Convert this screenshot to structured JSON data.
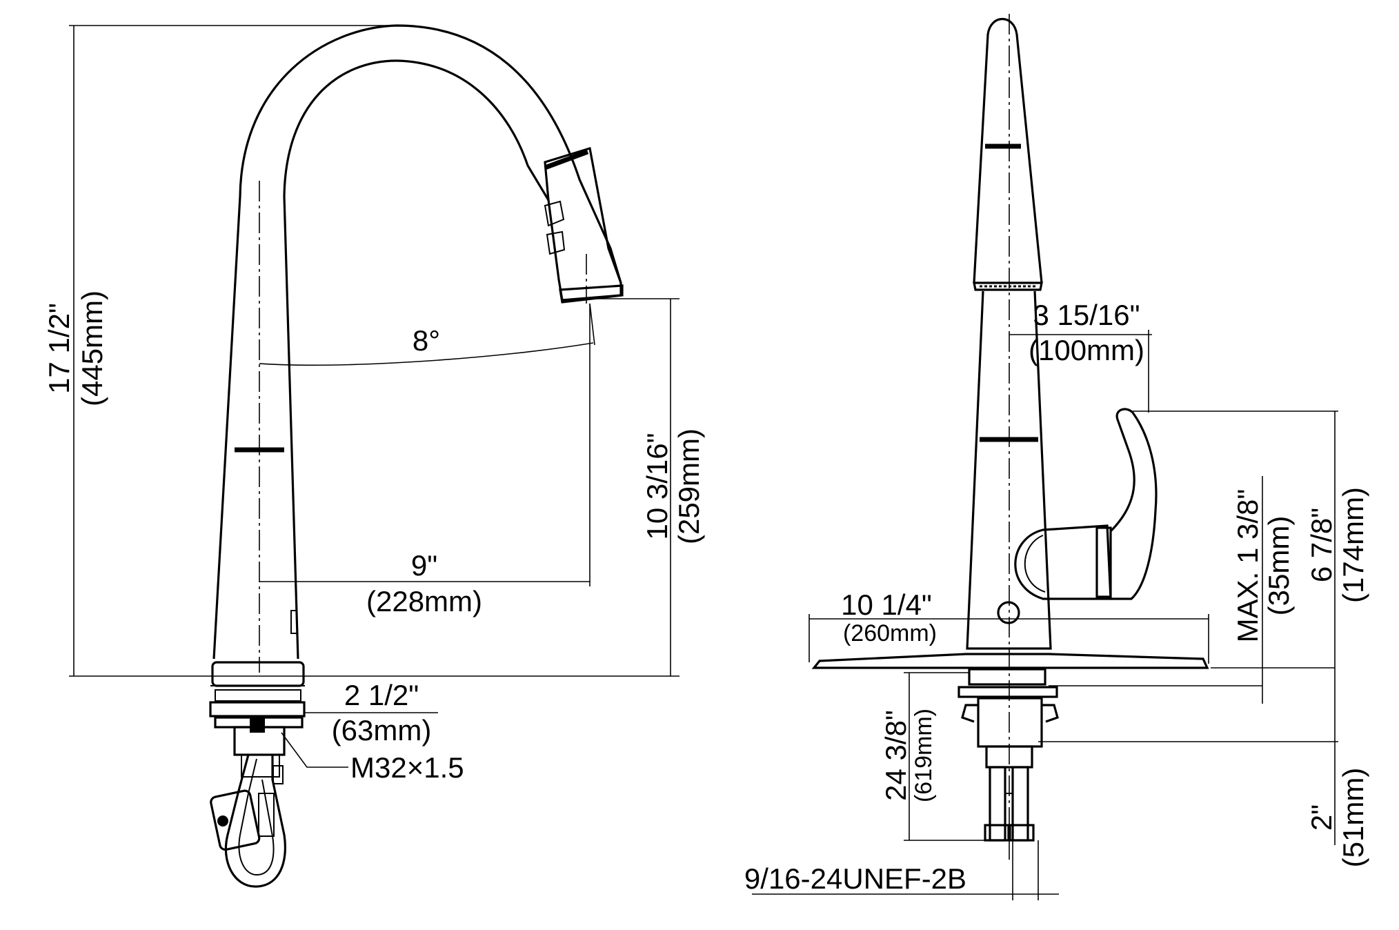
{
  "side_view": {
    "height_total_in": "17 1/2\"",
    "height_total_mm": "(445mm)",
    "spout_height_in": "10 3/16\"",
    "spout_height_mm": "(259mm)",
    "spray_angle": "8°",
    "reach_in": "9\"",
    "reach_mm": "(228mm)",
    "base_dia_in": "2 1/2\"",
    "base_dia_mm": "(63mm)",
    "thread": "M32×1.5"
  },
  "front_view": {
    "handle_clearance_in": "3 15/16\"",
    "handle_clearance_mm": "(100mm)",
    "plate_width_in": "10 1/4\"",
    "plate_width_mm": "(260mm)",
    "deck_thickness": "MAX. 1 3/8\"",
    "deck_thickness_mm": "(35mm)",
    "handle_height_in": "6 7/8\"",
    "handle_height_mm": "(174mm)",
    "hose_length_in": "24 3/8\"",
    "hose_length_mm": "(619mm)",
    "shank_in": "2\"",
    "shank_mm": "(51mm)",
    "supply_thread": "9/16-24UNEF-2B"
  }
}
